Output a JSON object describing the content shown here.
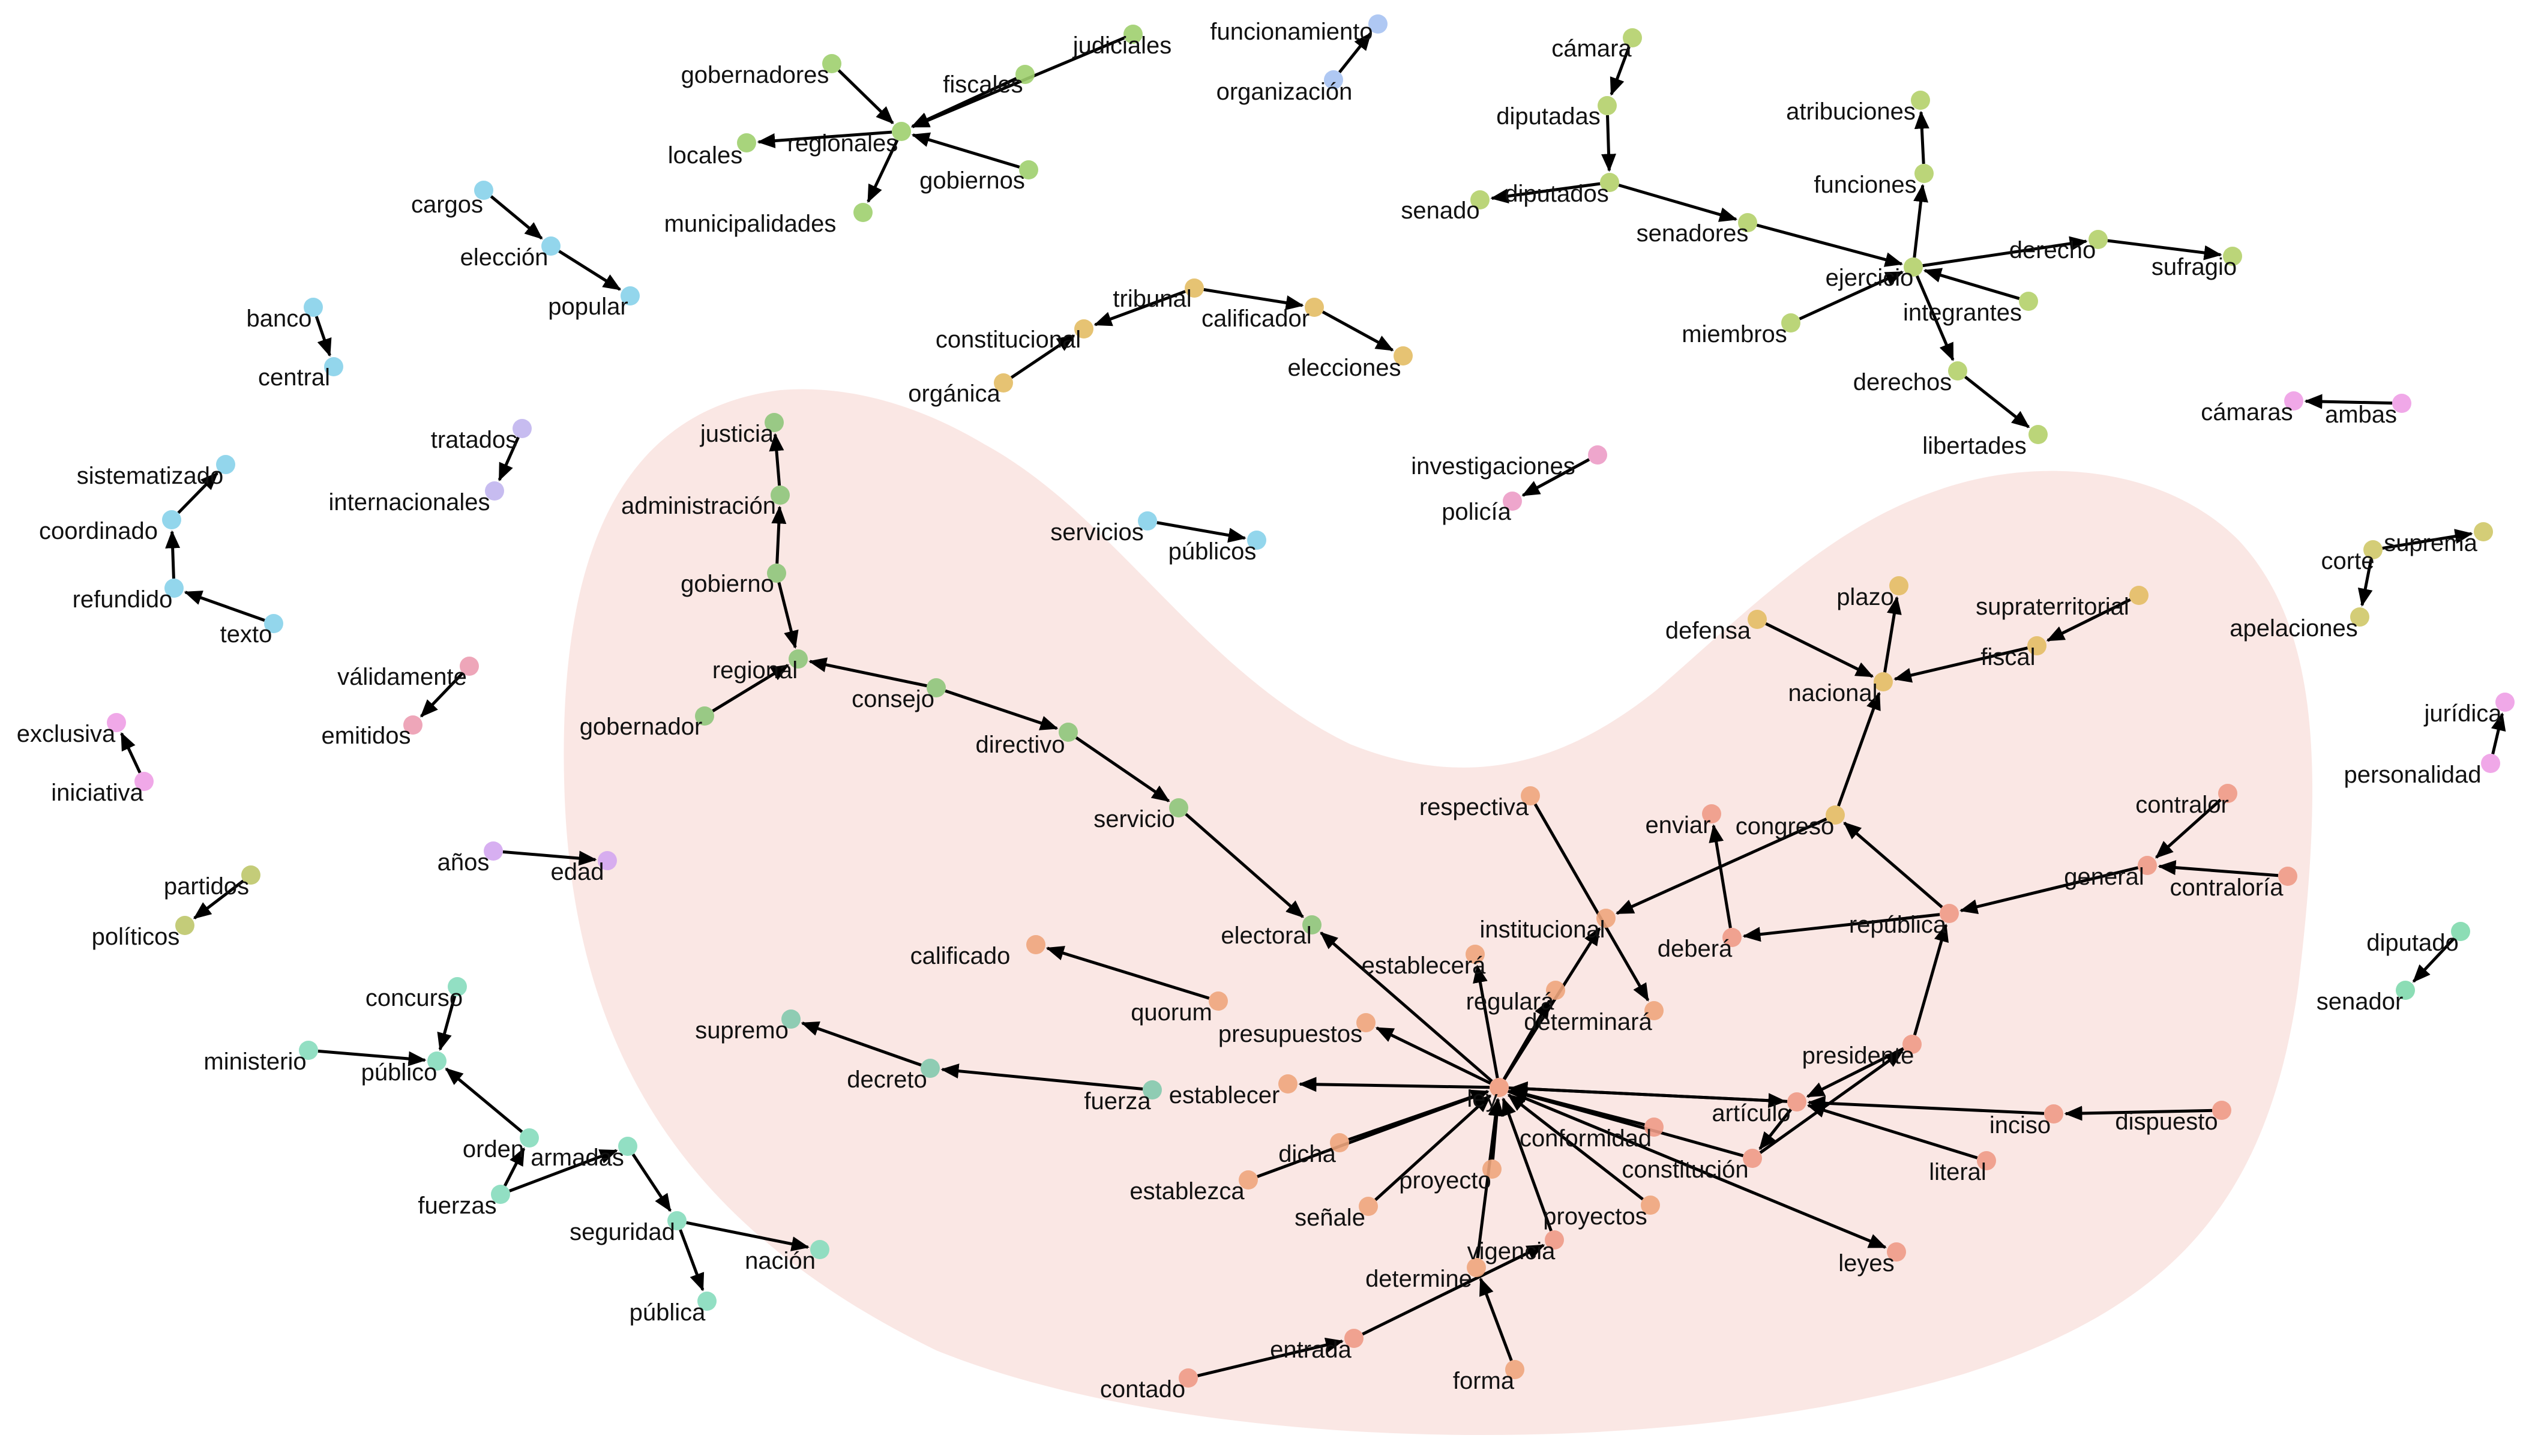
{
  "nodes": {
    "judiciales": {
      "label": "judiciales",
      "color": "#9fcf6e"
    },
    "fiscales": {
      "label": "fiscales",
      "color": "#9fcf6e"
    },
    "gobernadores": {
      "label": "gobernadores",
      "color": "#9fcf6e"
    },
    "regionales": {
      "label": "regionales",
      "color": "#9fcf6e"
    },
    "locales": {
      "label": "locales",
      "color": "#9fcf6e"
    },
    "gobiernos": {
      "label": "gobiernos",
      "color": "#9fcf6e"
    },
    "municipalidades": {
      "label": "municipalidades",
      "color": "#9fcf6e"
    },
    "funcionamiento": {
      "label": "funcionamiento",
      "color": "#a6c2f2"
    },
    "organizacion": {
      "label": "organización",
      "color": "#a6c2f2"
    },
    "camara": {
      "label": "cámara",
      "color": "#b4d06a"
    },
    "diputadas": {
      "label": "diputadas",
      "color": "#b4d06a"
    },
    "diputados": {
      "label": "diputados",
      "color": "#b4d06a"
    },
    "senado": {
      "label": "senado",
      "color": "#b4d06a"
    },
    "senadores": {
      "label": "senadores",
      "color": "#b4d06a"
    },
    "ejercicio": {
      "label": "ejercicio",
      "color": "#b4d06a"
    },
    "atribuciones": {
      "label": "atribuciones",
      "color": "#b4d06a"
    },
    "funciones": {
      "label": "funciones",
      "color": "#b4d06a"
    },
    "derecho": {
      "label": "derecho",
      "color": "#b4d06a"
    },
    "sufragio": {
      "label": "sufragio",
      "color": "#b4d06a"
    },
    "integrantes": {
      "label": "integrantes",
      "color": "#b4d06a"
    },
    "miembros": {
      "label": "miembros",
      "color": "#b4d06a"
    },
    "derechos": {
      "label": "derechos",
      "color": "#b4d06a"
    },
    "libertades": {
      "label": "libertades",
      "color": "#b4d06a"
    },
    "cargos": {
      "label": "cargos",
      "color": "#87d2ea"
    },
    "eleccion": {
      "label": "elección",
      "color": "#87d2ea"
    },
    "popular": {
      "label": "popular",
      "color": "#87d2ea"
    },
    "banco": {
      "label": "banco",
      "color": "#87d2ea"
    },
    "central": {
      "label": "central",
      "color": "#87d2ea"
    },
    "tribunal": {
      "label": "tribunal",
      "color": "#e3bc64"
    },
    "constitucional": {
      "label": "constitucional",
      "color": "#e3bc64"
    },
    "organica": {
      "label": "orgánica",
      "color": "#e3bc64"
    },
    "calificador": {
      "label": "calificador",
      "color": "#e3bc64"
    },
    "elecciones": {
      "label": "elecciones",
      "color": "#e3bc64"
    },
    "camaras": {
      "label": "cámaras",
      "color": "#ee9fe6"
    },
    "ambas": {
      "label": "ambas",
      "color": "#ee9fe6"
    },
    "tratados": {
      "label": "tratados",
      "color": "#c1b5ee"
    },
    "internacionales": {
      "label": "internacionales",
      "color": "#c1b5ee"
    },
    "sistematizado": {
      "label": "sistematizado",
      "color": "#87d2ea"
    },
    "coordinado": {
      "label": "coordinado",
      "color": "#87d2ea"
    },
    "refundido": {
      "label": "refundido",
      "color": "#87d2ea"
    },
    "texto": {
      "label": "texto",
      "color": "#87d2ea"
    },
    "investigaciones": {
      "label": "investigaciones",
      "color": "#ec9cc6"
    },
    "policia": {
      "label": "policía",
      "color": "#ec9cc6"
    },
    "servicios": {
      "label": "servicios",
      "color": "#87d2ea"
    },
    "publicos": {
      "label": "públicos",
      "color": "#87d2ea"
    },
    "corte": {
      "label": "corte",
      "color": "#cfc868"
    },
    "suprema": {
      "label": "suprema",
      "color": "#cfc868"
    },
    "apelaciones": {
      "label": "apelaciones",
      "color": "#cfc868"
    },
    "juridica": {
      "label": "jurídica",
      "color": "#ee9fe6"
    },
    "personalidad": {
      "label": "personalidad",
      "color": "#ee9fe6"
    },
    "validamente": {
      "label": "válidamente",
      "color": "#ec9cb1"
    },
    "emitidos": {
      "label": "emitidos",
      "color": "#ec9cb1"
    },
    "exclusiva": {
      "label": "exclusiva",
      "color": "#ee9fe6"
    },
    "iniciativa": {
      "label": "iniciativa",
      "color": "#ee9fe6"
    },
    "anos": {
      "label": "años",
      "color": "#d3a6ef"
    },
    "edad": {
      "label": "edad",
      "color": "#d3a6ef"
    },
    "partidos": {
      "label": "partidos",
      "color": "#bec66a"
    },
    "politicos": {
      "label": "políticos",
      "color": "#bec66a"
    },
    "diputado": {
      "label": "diputado",
      "color": "#7fd9ad"
    },
    "senador": {
      "label": "senador",
      "color": "#7fd9ad"
    },
    "concurso": {
      "label": "concurso",
      "color": "#86dcbc"
    },
    "ministerio": {
      "label": "ministerio",
      "color": "#86dcbc"
    },
    "publico": {
      "label": "público",
      "color": "#86dcbc"
    },
    "orden": {
      "label": "orden",
      "color": "#86dcbc"
    },
    "armadas": {
      "label": "armadas",
      "color": "#86dcbc"
    },
    "fuerzas": {
      "label": "fuerzas",
      "color": "#86dcbc"
    },
    "seguridad": {
      "label": "seguridad",
      "color": "#86dcbc"
    },
    "nacion": {
      "label": "nación",
      "color": "#86dcbc"
    },
    "publica": {
      "label": "pública",
      "color": "#86dcbc"
    },
    "justicia": {
      "label": "justicia",
      "color": "#8ec57a"
    },
    "administracion": {
      "label": "administración",
      "color": "#8ec57a"
    },
    "gobierno": {
      "label": "gobierno",
      "color": "#8ec57a"
    },
    "regional": {
      "label": "regional",
      "color": "#8ec57a"
    },
    "gobernador": {
      "label": "gobernador",
      "color": "#8ec57a"
    },
    "consejo": {
      "label": "consejo",
      "color": "#8ec57a"
    },
    "directivo": {
      "label": "directivo",
      "color": "#8ec57a"
    },
    "servicio": {
      "label": "servicio",
      "color": "#8ec57a"
    },
    "electoral": {
      "label": "electoral",
      "color": "#8ec57a"
    },
    "supremo": {
      "label": "supremo",
      "color": "#83c9ad"
    },
    "decreto": {
      "label": "decreto",
      "color": "#83c9ad"
    },
    "fuerza": {
      "label": "fuerza",
      "color": "#83c9ad"
    },
    "calificado": {
      "label": "calificado",
      "color": "#eea57c"
    },
    "quorum": {
      "label": "quorum",
      "color": "#eea57c"
    },
    "presupuestos": {
      "label": "presupuestos",
      "color": "#eea57c"
    },
    "establecer": {
      "label": "establecer",
      "color": "#eea57c"
    },
    "dicha": {
      "label": "dicha",
      "color": "#eea57c"
    },
    "establezca": {
      "label": "establezca",
      "color": "#eea57c"
    },
    "senale": {
      "label": "señale",
      "color": "#eea57c"
    },
    "proyecto": {
      "label": "proyecto",
      "color": "#eea57c"
    },
    "determine": {
      "label": "determine",
      "color": "#eea57c"
    },
    "vigencia": {
      "label": "vigencia",
      "color": "#ee9a86"
    },
    "forma": {
      "label": "forma",
      "color": "#eea57c"
    },
    "entrada": {
      "label": "entrada",
      "color": "#ee9a86"
    },
    "contado": {
      "label": "contado",
      "color": "#ee9a86"
    },
    "ley": {
      "label": "ley",
      "color": "#ef9c7e"
    },
    "respectiva": {
      "label": "respectiva",
      "color": "#eea57c"
    },
    "institucional": {
      "label": "institucional",
      "color": "#eea57c"
    },
    "establecera": {
      "label": "establecerá",
      "color": "#eea57c"
    },
    "regulara": {
      "label": "regulará",
      "color": "#eea57c"
    },
    "determinara": {
      "label": "determinará",
      "color": "#eea57c"
    },
    "enviar": {
      "label": "enviar",
      "color": "#ee9a86"
    },
    "debera": {
      "label": "deberá",
      "color": "#ee9a86"
    },
    "congreso": {
      "label": "congreso",
      "color": "#e3bc64"
    },
    "nacional": {
      "label": "nacional",
      "color": "#e3bc64"
    },
    "plazo": {
      "label": "plazo",
      "color": "#e3bc64"
    },
    "defensa": {
      "label": "defensa",
      "color": "#e3bc64"
    },
    "fiscal": {
      "label": "fiscal",
      "color": "#e3bc64"
    },
    "supraterritorial": {
      "label": "supraterritorial",
      "color": "#e3bc64"
    },
    "contralor": {
      "label": "contralor",
      "color": "#ee9a86"
    },
    "general": {
      "label": "general",
      "color": "#ee9a86"
    },
    "contraloria": {
      "label": "contraloría",
      "color": "#ee9a86"
    },
    "republica": {
      "label": "república",
      "color": "#ee9a86"
    },
    "presidente": {
      "label": "presidente",
      "color": "#ee9a86"
    },
    "articulo": {
      "label": "artículo",
      "color": "#ee9a86"
    },
    "conformidad": {
      "label": "conformidad",
      "color": "#ee9a86"
    },
    "constitucion": {
      "label": "constitución",
      "color": "#ee9a86"
    },
    "proyectos": {
      "label": "proyectos",
      "color": "#eea57c"
    },
    "inciso": {
      "label": "inciso",
      "color": "#ee9a86"
    },
    "dispuesto": {
      "label": "dispuesto",
      "color": "#ee9a86"
    },
    "literal": {
      "label": "literal",
      "color": "#ee9a86"
    },
    "leyes": {
      "label": "leyes",
      "color": "#ee9a86"
    }
  },
  "edges": [
    [
      "judiciales",
      "regionales"
    ],
    [
      "fiscales",
      "regionales"
    ],
    [
      "gobernadores",
      "regionales"
    ],
    [
      "regionales",
      "locales"
    ],
    [
      "gobiernos",
      "regionales"
    ],
    [
      "regionales",
      "municipalidades"
    ],
    [
      "organizacion",
      "funcionamiento"
    ],
    [
      "camara",
      "diputadas"
    ],
    [
      "diputadas",
      "diputados"
    ],
    [
      "diputados",
      "senado"
    ],
    [
      "diputados",
      "senadores"
    ],
    [
      "senadores",
      "ejercicio"
    ],
    [
      "ejercicio",
      "funciones"
    ],
    [
      "funciones",
      "atribuciones"
    ],
    [
      "ejercicio",
      "derecho"
    ],
    [
      "derecho",
      "sufragio"
    ],
    [
      "integrantes",
      "ejercicio"
    ],
    [
      "miembros",
      "ejercicio"
    ],
    [
      "ejercicio",
      "derechos"
    ],
    [
      "derechos",
      "libertades"
    ],
    [
      "cargos",
      "eleccion"
    ],
    [
      "eleccion",
      "popular"
    ],
    [
      "banco",
      "central"
    ],
    [
      "tribunal",
      "constitucional"
    ],
    [
      "organica",
      "constitucional"
    ],
    [
      "tribunal",
      "calificador"
    ],
    [
      "calificador",
      "elecciones"
    ],
    [
      "ambas",
      "camaras"
    ],
    [
      "tratados",
      "internacionales"
    ],
    [
      "coordinado",
      "sistematizado"
    ],
    [
      "refundido",
      "coordinado"
    ],
    [
      "texto",
      "refundido"
    ],
    [
      "investigaciones",
      "policia"
    ],
    [
      "servicios",
      "publicos"
    ],
    [
      "corte",
      "suprema"
    ],
    [
      "corte",
      "apelaciones"
    ],
    [
      "personalidad",
      "juridica"
    ],
    [
      "validamente",
      "emitidos"
    ],
    [
      "iniciativa",
      "exclusiva"
    ],
    [
      "anos",
      "edad"
    ],
    [
      "partidos",
      "politicos"
    ],
    [
      "diputado",
      "senador"
    ],
    [
      "concurso",
      "publico"
    ],
    [
      "ministerio",
      "publico"
    ],
    [
      "orden",
      "publico"
    ],
    [
      "armadas",
      "seguridad"
    ],
    [
      "fuerzas",
      "orden"
    ],
    [
      "fuerzas",
      "armadas"
    ],
    [
      "seguridad",
      "nacion"
    ],
    [
      "seguridad",
      "publica"
    ],
    [
      "gobierno",
      "administracion"
    ],
    [
      "administracion",
      "justicia"
    ],
    [
      "gobierno",
      "regional"
    ],
    [
      "gobernador",
      "regional"
    ],
    [
      "consejo",
      "regional"
    ],
    [
      "consejo",
      "directivo"
    ],
    [
      "directivo",
      "servicio"
    ],
    [
      "servicio",
      "electoral"
    ],
    [
      "decreto",
      "supremo"
    ],
    [
      "fuerza",
      "decreto"
    ],
    [
      "quorum",
      "calificado"
    ],
    [
      "ley",
      "electoral"
    ],
    [
      "ley",
      "presupuestos"
    ],
    [
      "ley",
      "establecer"
    ],
    [
      "dicha",
      "ley"
    ],
    [
      "establezca",
      "ley"
    ],
    [
      "senale",
      "ley"
    ],
    [
      "proyecto",
      "ley"
    ],
    [
      "determine",
      "ley"
    ],
    [
      "vigencia",
      "ley"
    ],
    [
      "forma",
      "determine"
    ],
    [
      "entrada",
      "vigencia"
    ],
    [
      "contado",
      "entrada"
    ],
    [
      "ley",
      "establecera"
    ],
    [
      "ley",
      "regulara"
    ],
    [
      "ley",
      "institucional"
    ],
    [
      "ley",
      "leyes"
    ],
    [
      "respectiva",
      "determinara"
    ],
    [
      "conformidad",
      "ley"
    ],
    [
      "constitucion",
      "ley"
    ],
    [
      "proyectos",
      "ley"
    ],
    [
      "articulo",
      "ley"
    ],
    [
      "ley",
      "articulo"
    ],
    [
      "congreso",
      "institucional"
    ],
    [
      "congreso",
      "nacional"
    ],
    [
      "debera",
      "enviar"
    ],
    [
      "republica",
      "debera"
    ],
    [
      "republica",
      "congreso"
    ],
    [
      "presidente",
      "republica"
    ],
    [
      "contralor",
      "general"
    ],
    [
      "contraloria",
      "general"
    ],
    [
      "general",
      "republica"
    ],
    [
      "nacional",
      "plazo"
    ],
    [
      "defensa",
      "nacional"
    ],
    [
      "fiscal",
      "nacional"
    ],
    [
      "supraterritorial",
      "fiscal"
    ],
    [
      "dispuesto",
      "inciso"
    ],
    [
      "inciso",
      "articulo"
    ],
    [
      "literal",
      "articulo"
    ],
    [
      "constitucion",
      "presidente"
    ],
    [
      "presidente",
      "articulo"
    ],
    [
      "articulo",
      "constitucion"
    ]
  ]
}
